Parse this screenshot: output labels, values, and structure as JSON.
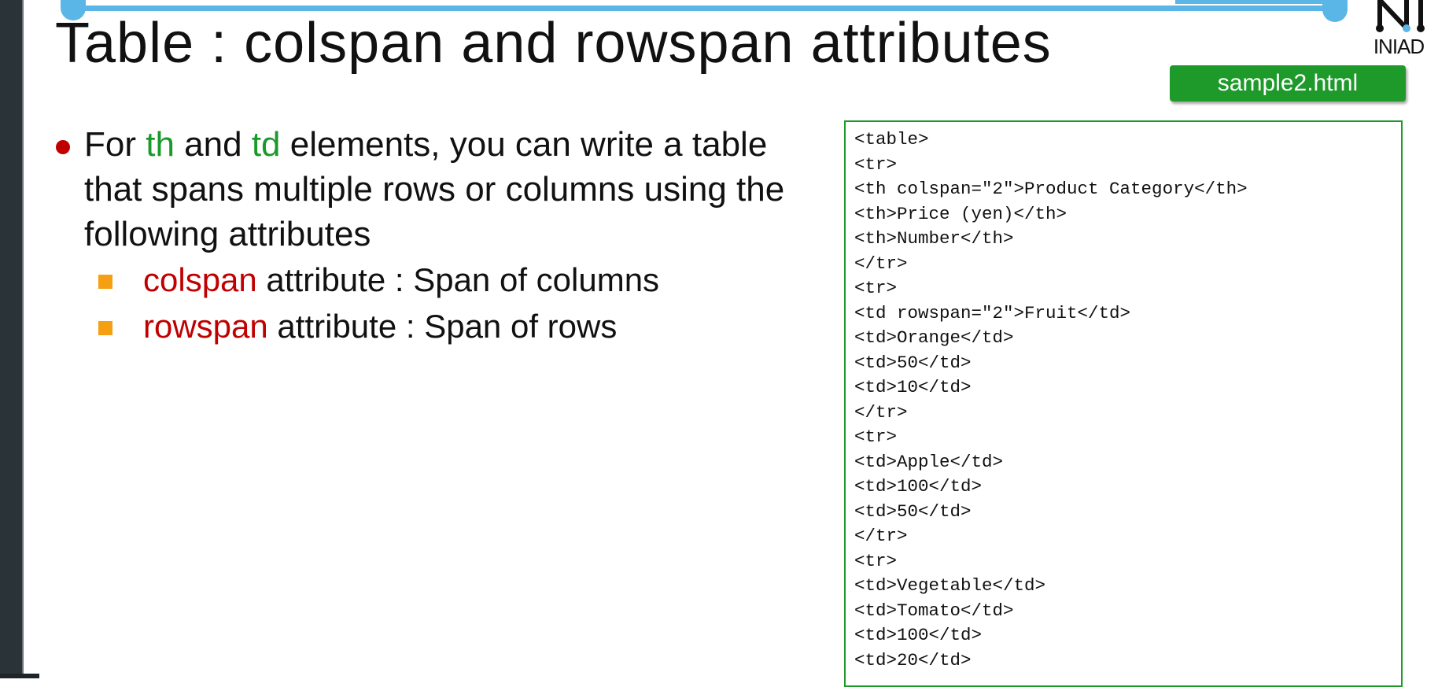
{
  "slide": {
    "title": "Table : colspan and rowspan attributes",
    "logo_text": "INIAD",
    "file_badge": "sample2.html",
    "bullet": {
      "prefix": "For ",
      "keyword1": "th",
      "middle": " and ",
      "keyword2": "td",
      "rest": " elements, you can write a table that spans multiple rows or columns using the following attributes"
    },
    "sub_bullets": [
      {
        "keyword": "colspan",
        "text": " attribute : Span of columns"
      },
      {
        "keyword": "rowspan",
        "text": " attribute : Span of rows"
      }
    ]
  },
  "code_lines": [
    "<table>",
    "<tr>",
    "<th colspan=\"2\">Product Category</th>",
    "<th>Price (yen)</th>",
    "<th>Number</th>",
    "</tr>",
    "<tr>",
    "<td rowspan=\"2\">Fruit</td>",
    "<td>Orange</td>",
    "<td>50</td>",
    "<td>10</td>",
    "</tr>",
    "<tr>",
    "<td>Apple</td>",
    "<td>100</td>",
    "<td>50</td>",
    "</tr>",
    "<tr>",
    "<td>Vegetable</td>",
    "<td>Tomato</td>",
    "<td>100</td>",
    "<td>20</td>"
  ],
  "colors": {
    "accent_blue": "#5ab6e6",
    "badge_green": "#1e9a2b",
    "keyword_green": "#1a9a2a",
    "keyword_red": "#c00000",
    "bullet_square": "#f5a013"
  }
}
